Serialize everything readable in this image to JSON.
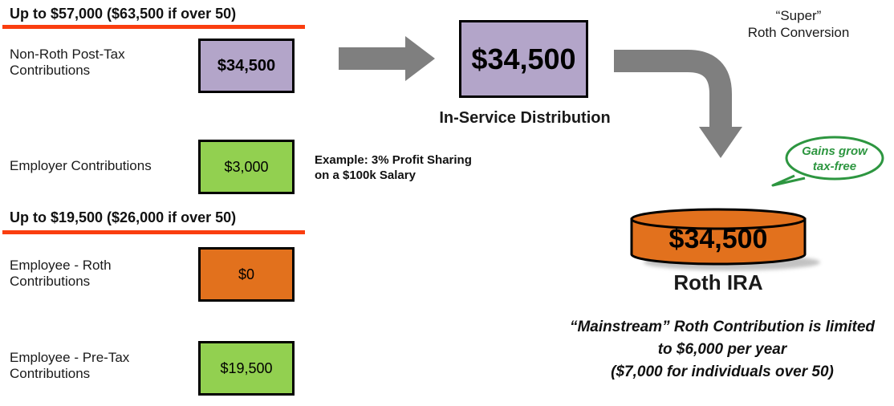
{
  "colors": {
    "purple": "#B3A5C9",
    "green": "#92D050",
    "orange": "#E2711D",
    "underline_red": "#FA3E0F",
    "arrow_gray": "#7F7F7F",
    "bubble_green": "#2D9640",
    "border_black": "#000000"
  },
  "left": {
    "section1_heading": "Up to $57,000 ($63,500 if over 50)",
    "section2_heading": "Up to $19,500 ($26,000 if over 50)",
    "rows": [
      {
        "label1": "Non-Roth Post-Tax",
        "label2": "Contributions",
        "value": "$34,500",
        "color": "purple"
      },
      {
        "label1": "Employer Contributions",
        "label2": "",
        "value": "$3,000",
        "color": "green"
      },
      {
        "label1": "Employee - Roth",
        "label2": "Contributions",
        "value": "$0",
        "color": "orange"
      },
      {
        "label1": "Employee - Pre-Tax",
        "label2": "Contributions",
        "value": "$19,500",
        "color": "green"
      }
    ],
    "example_line1": "Example: 3% Profit Sharing",
    "example_line2": "on a $100k Salary"
  },
  "center": {
    "amount": "$34,500",
    "label": "In-Service Distribution"
  },
  "right": {
    "title_line1": "“Super”",
    "title_line2": "Roth Conversion",
    "bubble_line1": "Gains grow",
    "bubble_line2": "tax-free",
    "ira_amount": "$34,500",
    "ira_label": "Roth IRA",
    "caption_line1": "“Mainstream” Roth Contribution is limited",
    "caption_line2": "to $6,000 per year",
    "caption_line3": "($7,000 for individuals over 50)"
  }
}
